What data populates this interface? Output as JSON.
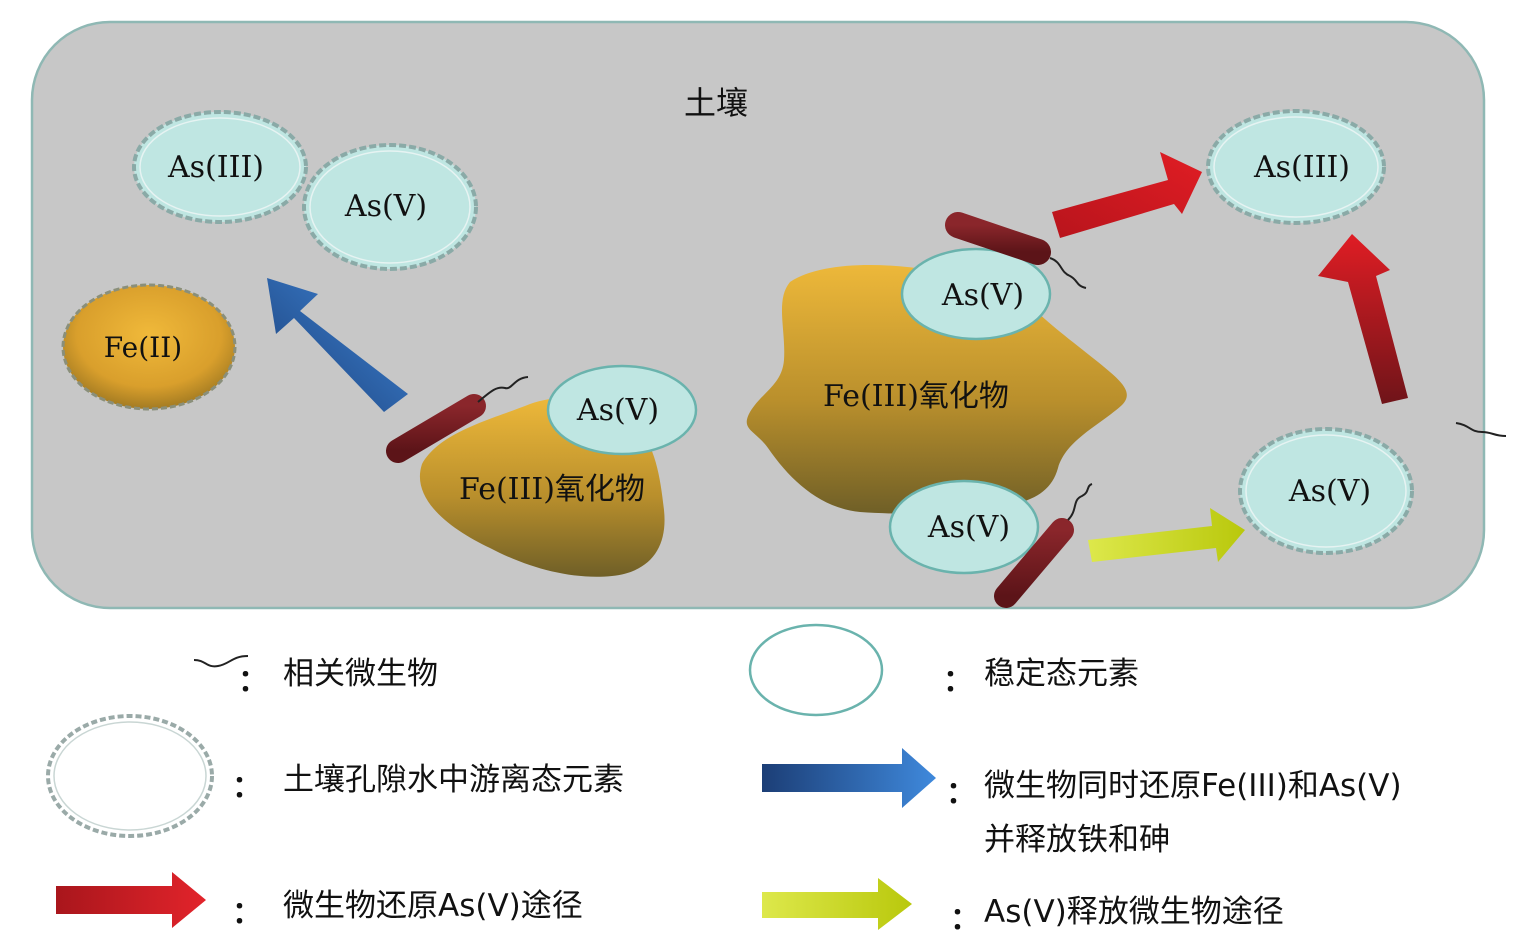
{
  "diagram": {
    "soil_label": "土壤",
    "pore_labels": {
      "as3_left": "As(III)",
      "as5_left": "As(V)",
      "fe2": "Fe(II)",
      "as3_right": "As(III)",
      "as5_right": "As(V)"
    },
    "mineral_labels": {
      "small": "Fe(III)氧化物",
      "large": "Fe(III)氧化物"
    },
    "stable_labels": {
      "small_top": "As(V)",
      "large_top": "As(V)",
      "large_bottom": "As(V)"
    }
  },
  "legend": {
    "colon": "：",
    "microbe": "相关微生物",
    "stable_element": "稳定态元素",
    "free_element": "土壤孔隙水中游离态元素",
    "blue_arrow_line1": "微生物同时还原Fe(III)和As(V)",
    "blue_arrow_line2": "并释放铁和砷",
    "red_arrow": "微生物还原As(V)途径",
    "yellow_arrow": "As(V)释放微生物途径"
  },
  "colors": {
    "soil_fill": "#c7c7c7",
    "soil_border": "#8fb8b4",
    "stable_fill": "#bfe6e2",
    "stable_border": "#6ab3ad",
    "pore_border": "#8aaaa7",
    "mineral_light": "#e8b53c",
    "mineral_dark": "#7b6a2a",
    "microbe": "#6e1b1f",
    "arrow_blue": "#2f6fc2",
    "arrow_red": "#d0161f",
    "arrow_yellow": "#cfe01a"
  }
}
